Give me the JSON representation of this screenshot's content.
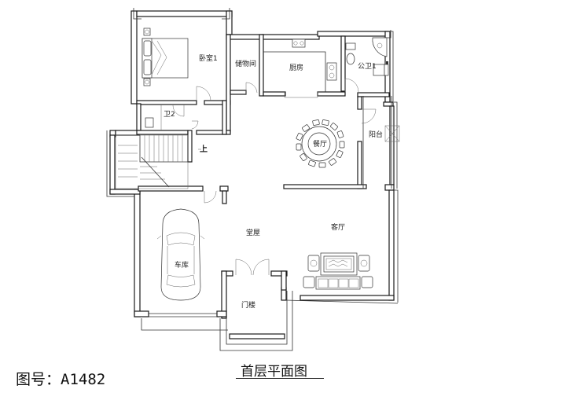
{
  "rooms": {
    "bedroom1": "卧室1",
    "storage": "储物间",
    "kitchen": "厨房",
    "public_bath": "公卫1",
    "bath2": "卫2",
    "dining": "餐厅",
    "balcony": "阳台",
    "hall": "堂屋",
    "living": "客厅",
    "garage": "车库",
    "porch": "门楼",
    "stairs_up": "上"
  },
  "caption": {
    "drawing_no_label": "图号：",
    "drawing_no": "A1482",
    "title": "首层平面图"
  }
}
